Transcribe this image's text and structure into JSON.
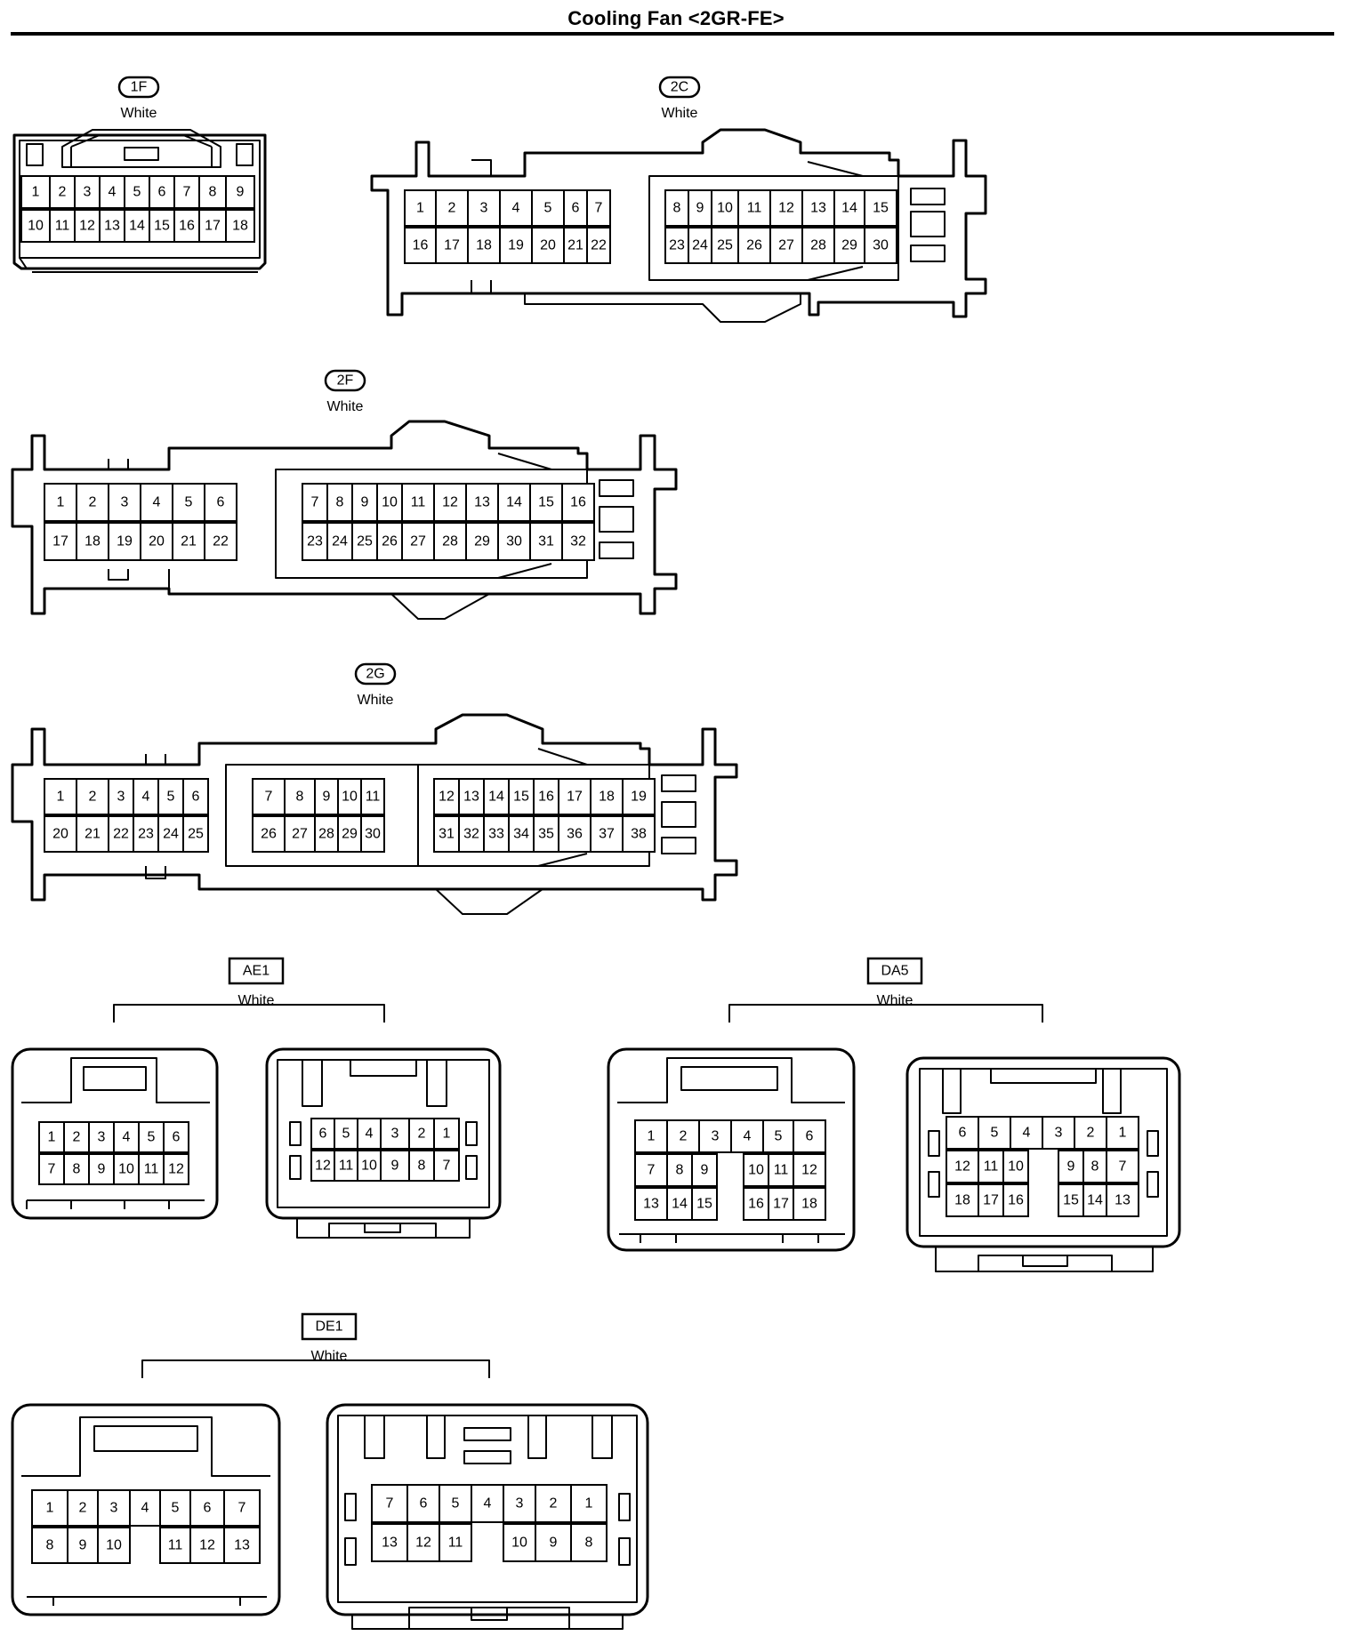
{
  "title": "Cooling Fan <2GR-FE>",
  "connectors": [
    {
      "id": "1F",
      "color": "White",
      "views": [
        [
          [
            "1",
            "2",
            "3",
            "4",
            "5",
            "6",
            "7",
            "8",
            "9"
          ],
          [
            "10",
            "11",
            "12",
            "13",
            "14",
            "15",
            "16",
            "17",
            "18"
          ]
        ]
      ]
    },
    {
      "id": "2C",
      "color": "White",
      "views": [
        [
          [
            "1",
            "2",
            "3",
            "4",
            "5",
            "6",
            "7",
            "8",
            "9",
            "10",
            "11",
            "12",
            "13",
            "14",
            "15"
          ],
          [
            "16",
            "17",
            "18",
            "19",
            "20",
            "21",
            "22",
            "23",
            "24",
            "25",
            "26",
            "27",
            "28",
            "29",
            "30"
          ]
        ]
      ]
    },
    {
      "id": "2F",
      "color": "White",
      "views": [
        [
          [
            "1",
            "2",
            "3",
            "4",
            "5",
            "6",
            "7",
            "8",
            "9",
            "10",
            "11",
            "12",
            "13",
            "14",
            "15",
            "16"
          ],
          [
            "17",
            "18",
            "19",
            "20",
            "21",
            "22",
            "23",
            "24",
            "25",
            "26",
            "27",
            "28",
            "29",
            "30",
            "31",
            "32"
          ]
        ]
      ]
    },
    {
      "id": "2G",
      "color": "White",
      "views": [
        [
          [
            "1",
            "2",
            "3",
            "4",
            "5",
            "6",
            "7",
            "8",
            "9",
            "10",
            "11",
            "12",
            "13",
            "14",
            "15",
            "16",
            "17",
            "18",
            "19"
          ],
          [
            "20",
            "21",
            "22",
            "23",
            "24",
            "25",
            "26",
            "27",
            "28",
            "29",
            "30",
            "31",
            "32",
            "33",
            "34",
            "35",
            "36",
            "37",
            "38"
          ]
        ]
      ]
    },
    {
      "id": "AE1",
      "color": "White",
      "views": [
        [
          [
            "1",
            "2",
            "3",
            "4",
            "5",
            "6"
          ],
          [
            "7",
            "8",
            "9",
            "10",
            "11",
            "12"
          ]
        ],
        [
          [
            "6",
            "5",
            "4",
            "3",
            "2",
            "1"
          ],
          [
            "12",
            "11",
            "10",
            "9",
            "8",
            "7"
          ]
        ]
      ]
    },
    {
      "id": "DA5",
      "color": "White",
      "views": [
        [
          [
            "1",
            "2",
            "3",
            "4",
            "5",
            "6"
          ],
          [
            "7",
            "8",
            "9",
            "10",
            "11",
            "12"
          ],
          [
            "13",
            "14",
            "15",
            "16",
            "17",
            "18"
          ]
        ],
        [
          [
            "6",
            "5",
            "4",
            "3",
            "2",
            "1"
          ],
          [
            "12",
            "11",
            "10",
            "9",
            "8",
            "7"
          ],
          [
            "18",
            "17",
            "16",
            "15",
            "14",
            "13"
          ]
        ]
      ]
    },
    {
      "id": "DE1",
      "color": "White",
      "views": [
        [
          [
            "1",
            "2",
            "3",
            "4",
            "5",
            "6",
            "7"
          ],
          [
            "8",
            "9",
            "10",
            "11",
            "12",
            "13"
          ]
        ],
        [
          [
            "7",
            "6",
            "5",
            "4",
            "3",
            "2",
            "1"
          ],
          [
            "13",
            "12",
            "11",
            "10",
            "9",
            "8"
          ]
        ]
      ]
    }
  ]
}
